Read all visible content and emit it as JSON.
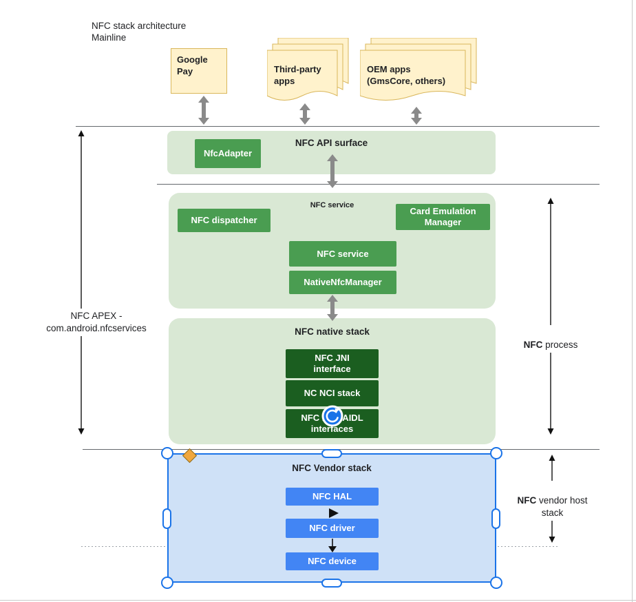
{
  "colors": {
    "container-green": "#d9e8d4",
    "chip-green": "#4a9d51",
    "dark-green": "#1b5e20",
    "note-cream": "#fff2cc",
    "note-border": "#d9b65a",
    "vendor-fill": "#cfe1f7",
    "vendor-blue": "#4285f4",
    "selection-blue": "#1a73e8",
    "arrow-gray": "#8a8a8a",
    "line-gray": "#63676c",
    "handle-orange": "#f0a73e"
  },
  "header": {
    "title": "NFC stack architecture\nMainline"
  },
  "apps": {
    "google_pay": "Google\nPay",
    "third_party": "Third-party\napps",
    "oem": "OEM apps\n(GmsCore, others)"
  },
  "api_surface": {
    "title": "NFC API surface",
    "nfc_adapter": "NfcAdapter"
  },
  "nfc_service": {
    "title": "NFC service",
    "dispatcher": "NFC dispatcher",
    "card_emulation_manager": "Card Emulation\nManager",
    "service": "NFC service",
    "native_manager": "NativeNfcManager"
  },
  "native_stack": {
    "title": "NFC native stack",
    "jni": "NFC JNI\ninterface",
    "nci": "NC NCI stack",
    "hal_aidl": "NFC HAL AIDL\ninterfaces"
  },
  "vendor_stack": {
    "title": "NFC Vendor stack",
    "hal": "NFC HAL",
    "driver": "NFC driver",
    "device": "NFC device"
  },
  "annotations": {
    "apex": "NFC APEX -\ncom.android.nfcservices",
    "process_bold": "NFC",
    "process_rest": " process",
    "vendor_host_bold": "NFC",
    "vendor_host_rest": " vendor host\nstack"
  }
}
